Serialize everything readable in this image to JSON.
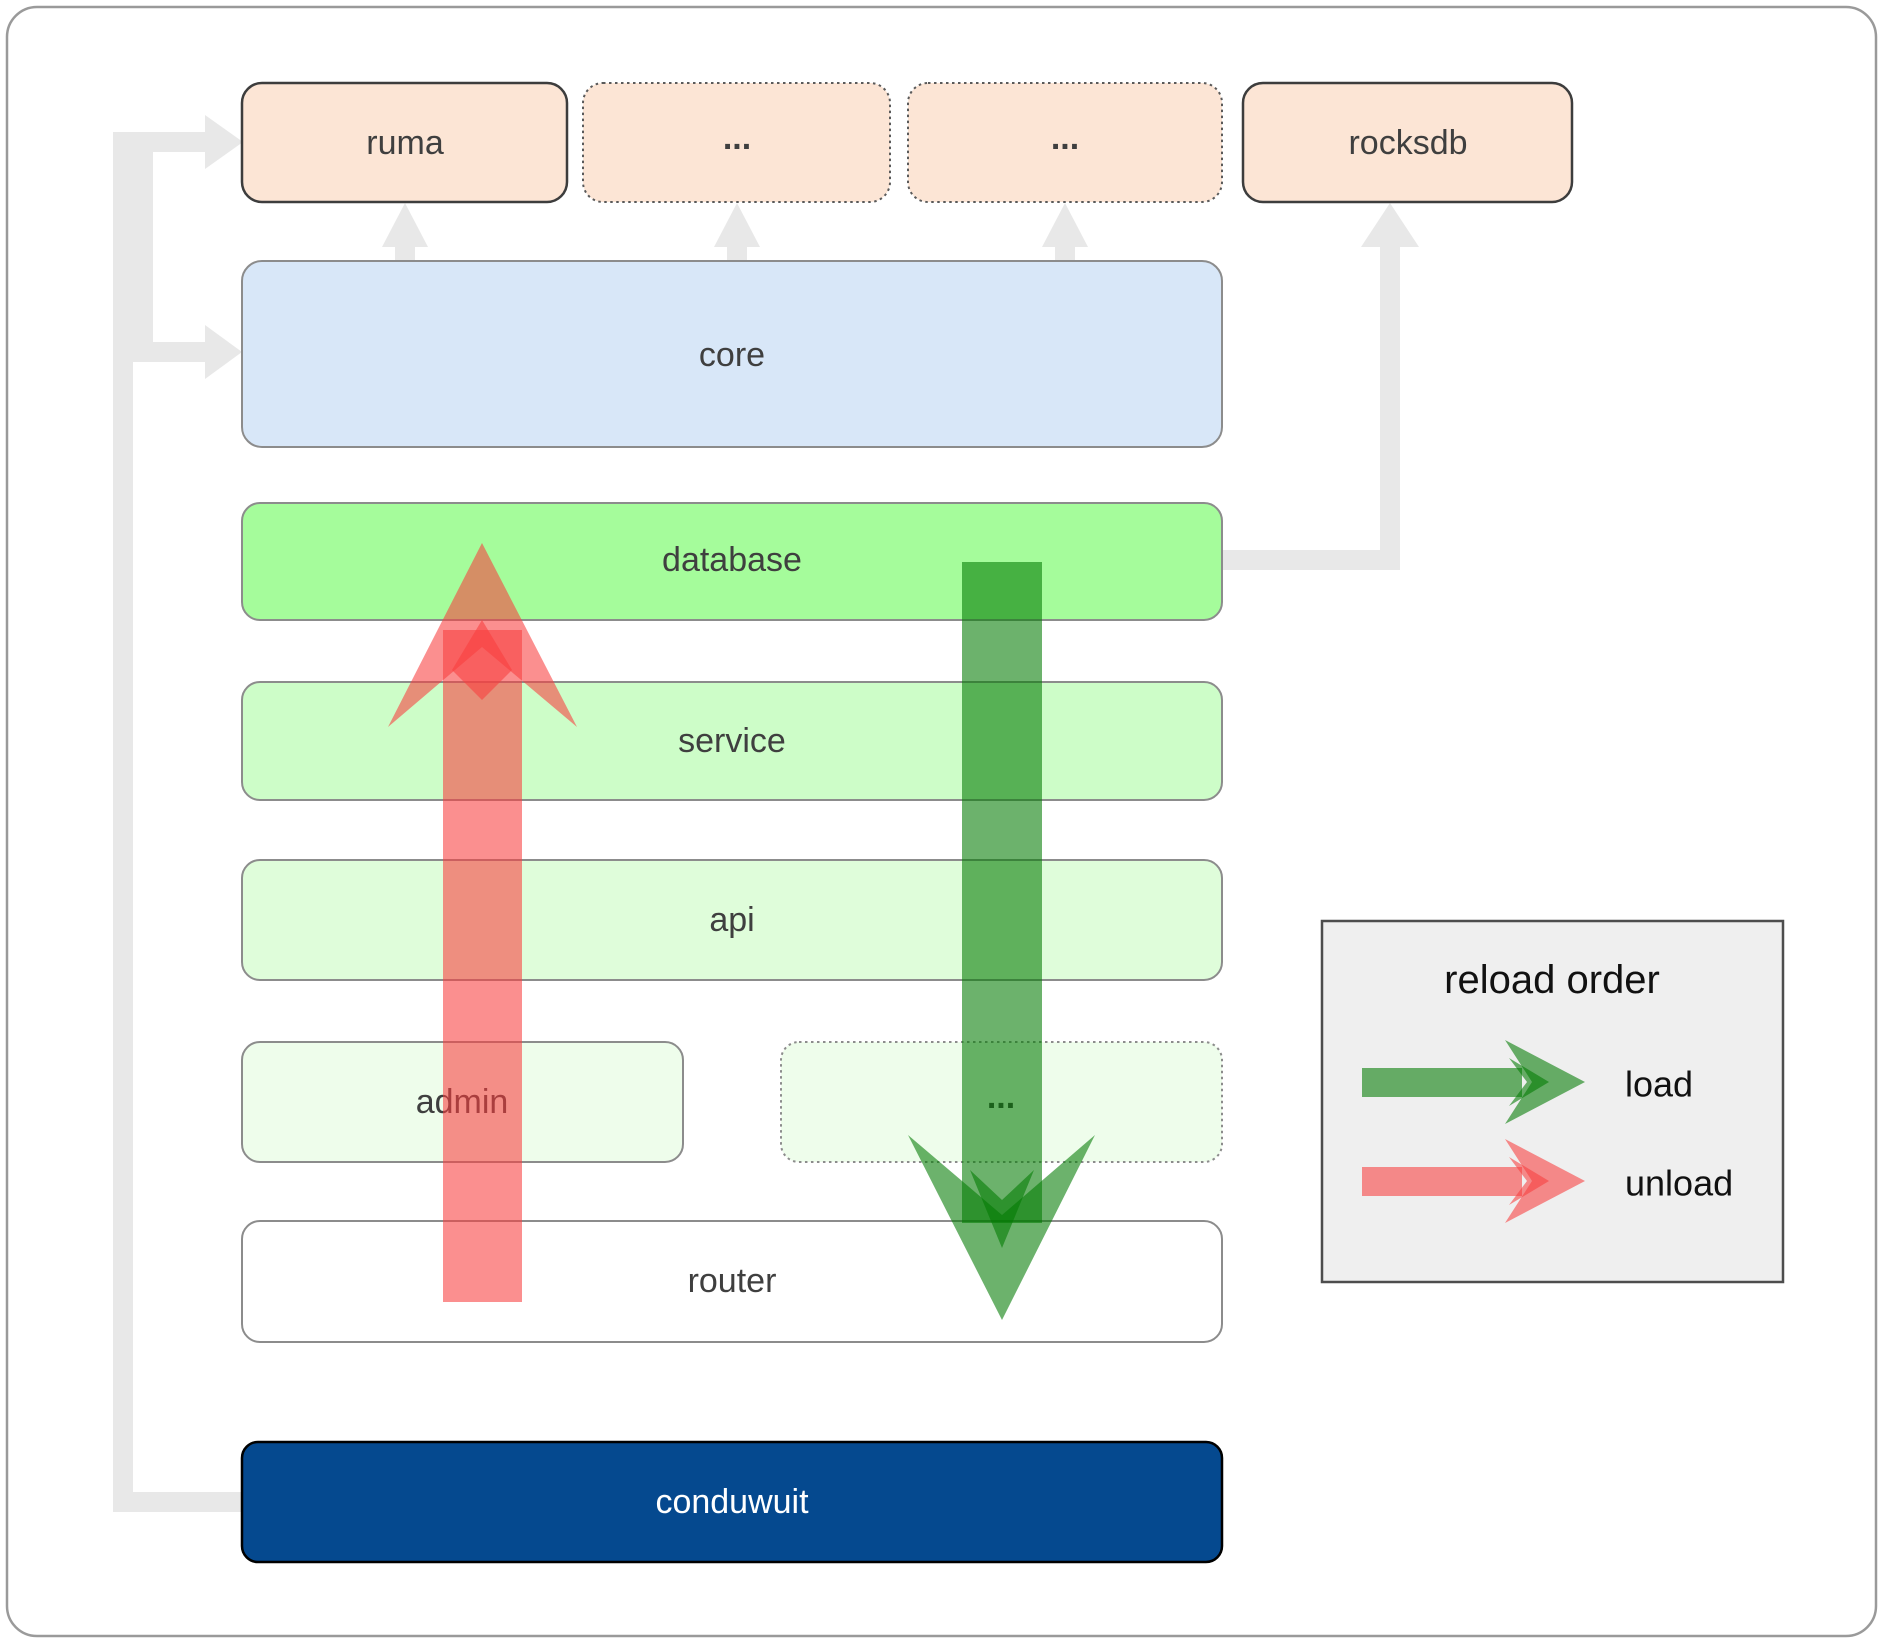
{
  "boxes": {
    "ruma": "ruma",
    "dots1": "...",
    "dots2": "...",
    "rocksdb": "rocksdb",
    "core": "core",
    "database": "database",
    "service": "service",
    "api": "api",
    "admin": "admin",
    "dots3": "...",
    "router": "router",
    "conduwuit": "conduwuit"
  },
  "legend": {
    "title": "reload order",
    "load": "load",
    "unload": "unload"
  },
  "colors": {
    "peach": "#FCE5D5",
    "core_blue": "#D8E7F8",
    "database_green": "#A5FC9B",
    "service_green": "#CDFDC8",
    "api_green": "#DFFDDA",
    "admin_green": "#EEFDEB",
    "router_white": "#FFFFFF",
    "conduwuit_blue": "#05498F",
    "legend_bg": "#EFEFEF",
    "connector_gray": "#E8E8E8",
    "load_arrow_green": "#027A02",
    "unload_arrow_red": "#F83E3E"
  }
}
